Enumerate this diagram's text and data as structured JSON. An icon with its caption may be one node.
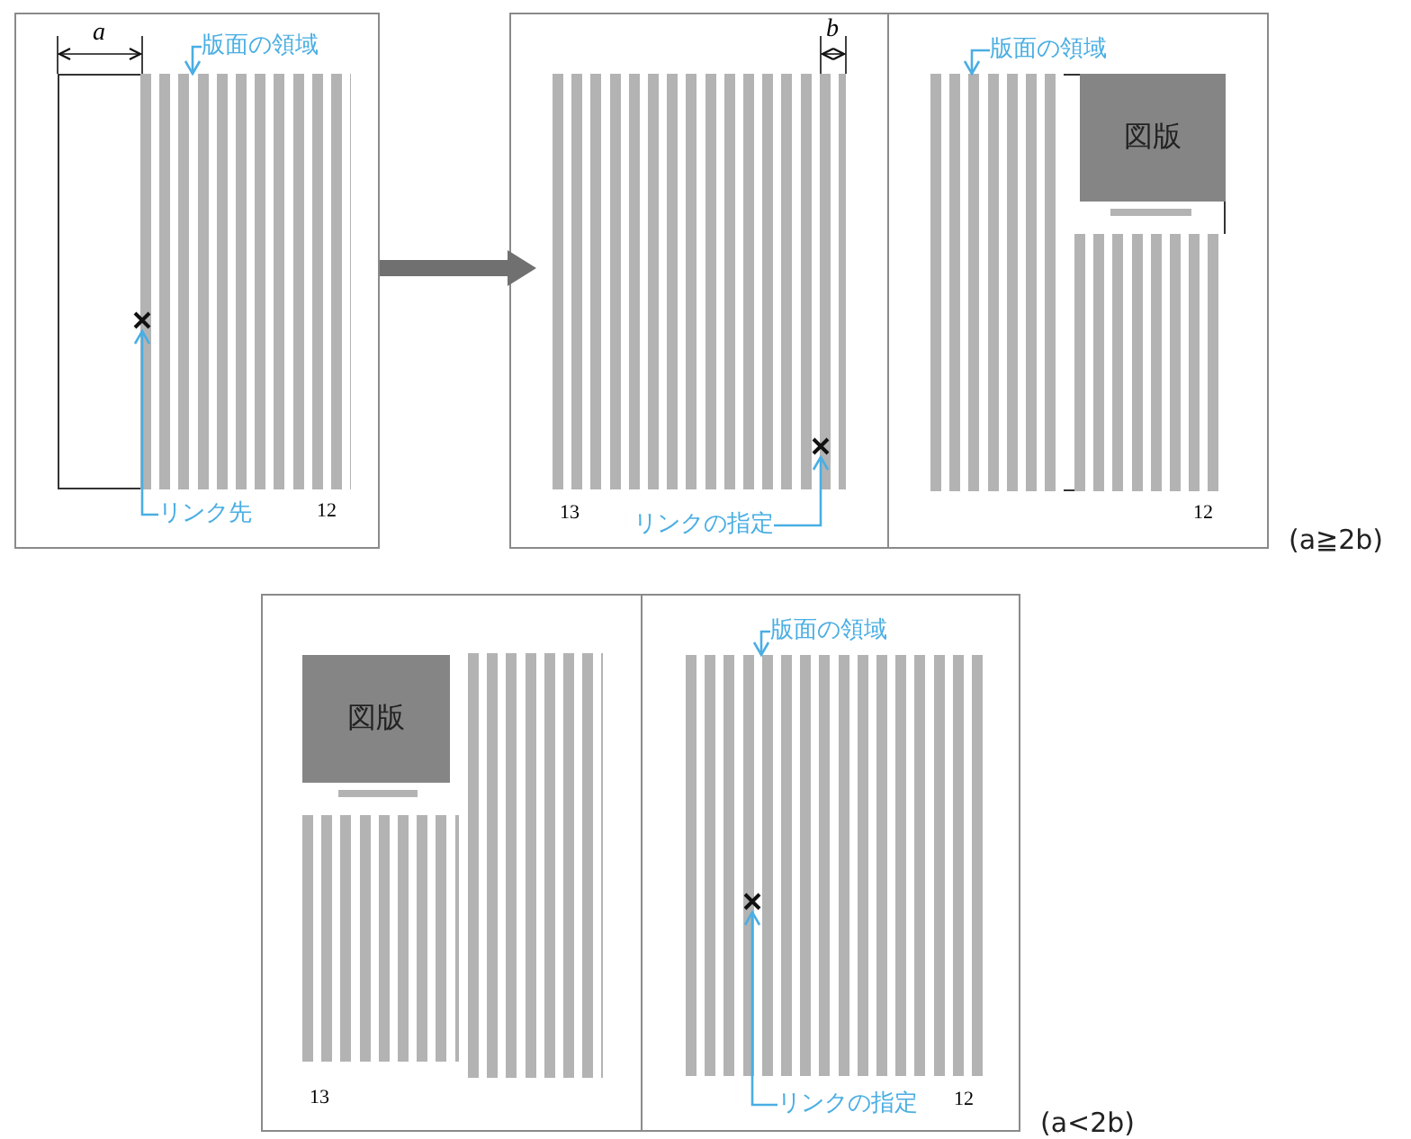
{
  "diagram": {
    "nodes": [
      {
        "text": [
          "12"
        ]
      },
      {
        "text": [],
        "shape": "box",
        "in": 0
      },
      {
        "text": [],
        "shape": "cross",
        "in": 1
      },
      {
        "text": [
          "版面の領域"
        ],
        "in": 0
      },
      {
        "text": [
          "リンク先"
        ],
        "in": 0
      },
      {
        "text": [],
        "shape": "box"
      },
      {
        "text": [
          "13"
        ],
        "in": 5
      },
      {
        "text": [],
        "shape": "box",
        "in": 6
      },
      {
        "text": [],
        "shape": "cross",
        "in": 7
      },
      {
        "text": [
          "リンクの指定"
        ],
        "in": 6
      },
      {
        "text": [
          "12"
        ],
        "in": 5
      },
      {
        "text": [],
        "shape": "box",
        "in": 10
      },
      {
        "text": [
          "図版"
        ],
        "in": 11
      },
      {
        "text": [
          "版面の領域"
        ],
        "in": 10
      },
      {
        "text": [],
        "shape": "box"
      },
      {
        "text": [
          "13"
        ],
        "in": 14
      },
      {
        "text": [
          "図版"
        ],
        "in": 15
      },
      {
        "text": [
          "12"
        ],
        "in": 14
      },
      {
        "text": [],
        "shape": "box",
        "in": 17
      },
      {
        "text": [],
        "shape": "cross",
        "in": 18
      },
      {
        "text": [
          "版面の領域"
        ],
        "in": 17
      },
      {
        "text": [
          "リンクの指定"
        ],
        "in": 17
      }
    ],
    "edges": [
      {
        "from": 3,
        "to": 1,
        "arrow": "to"
      },
      {
        "from": 4,
        "to": 2,
        "arrow": "to"
      },
      {
        "from": 0,
        "to": 6,
        "arrow": "to",
        "style": "thick",
        "color": "#707070"
      },
      {
        "from": 9,
        "to": 8,
        "arrow": "to"
      },
      {
        "from": 13,
        "to": 11,
        "arrow": "to"
      },
      {
        "from": 20,
        "to": 18,
        "arrow": "to"
      },
      {
        "from": 21,
        "to": 19,
        "arrow": "to"
      }
    ],
    "labels": [
      "a",
      "b",
      "(a≧2b)",
      "(a<2b)"
    ]
  }
}
